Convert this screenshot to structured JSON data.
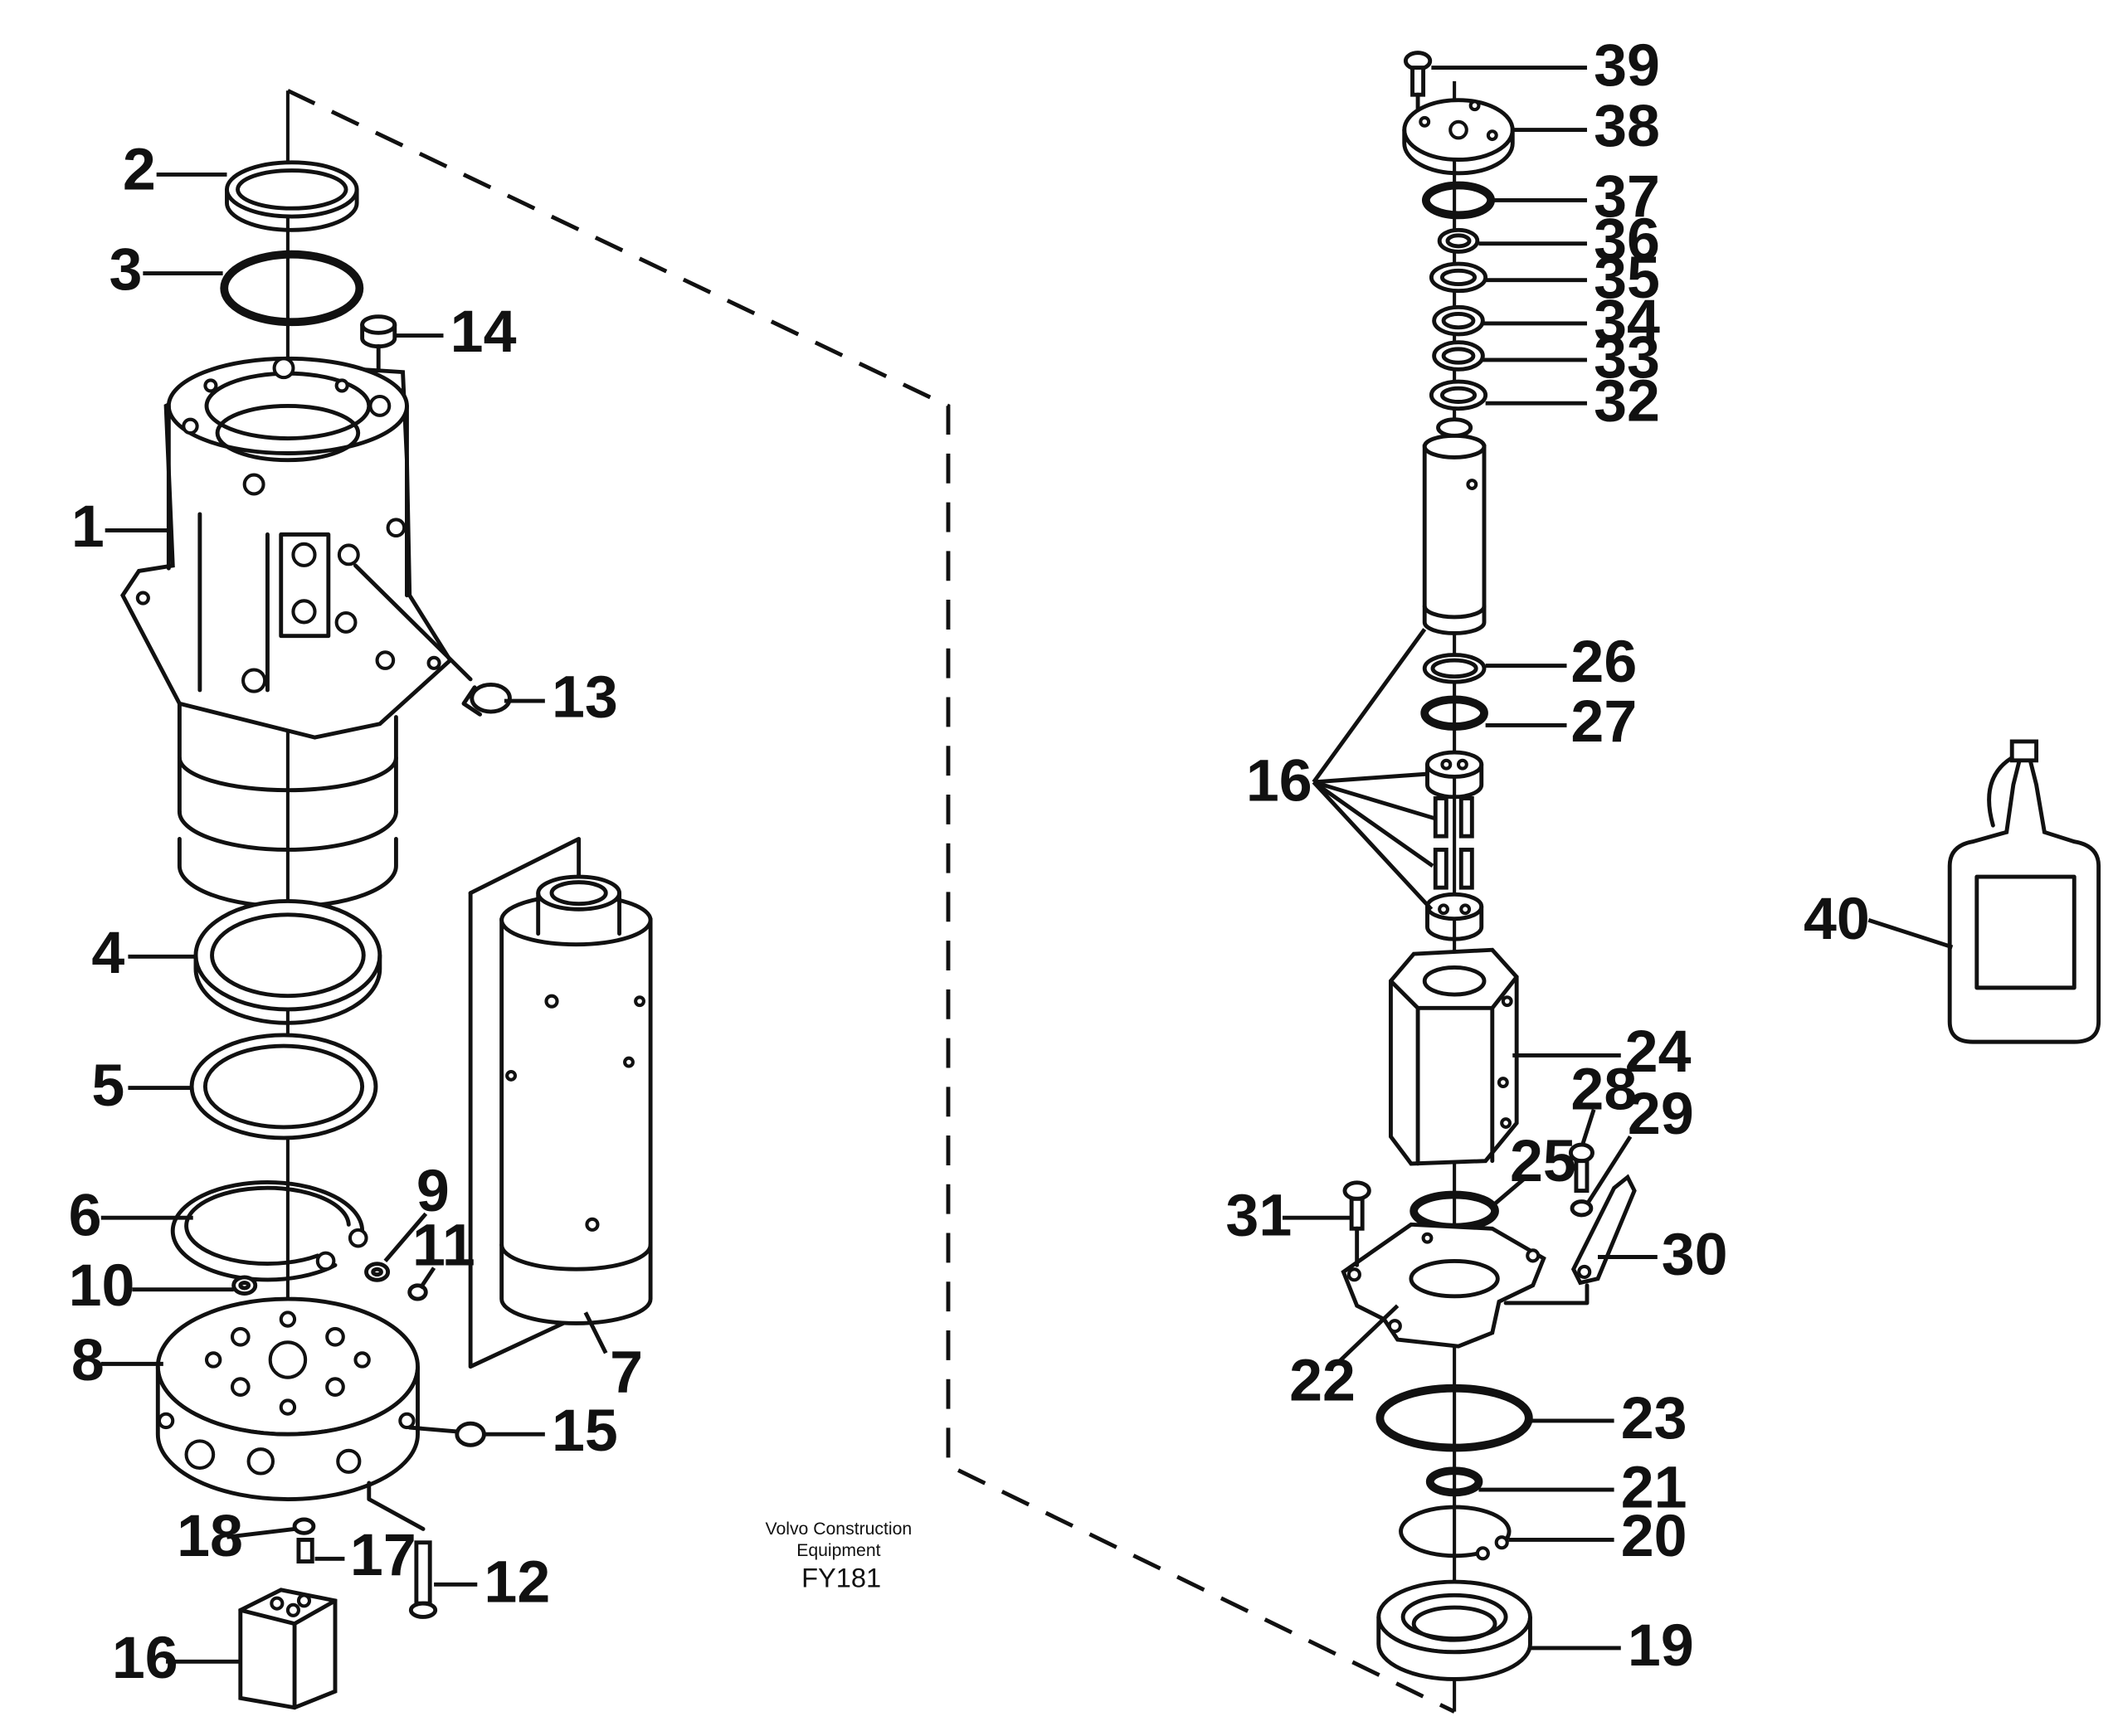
{
  "diagram": {
    "caption": {
      "line1": "Volvo Construction",
      "line2": "Equipment",
      "code": "FY181"
    },
    "labels": {
      "p1": "1",
      "p2": "2",
      "p3": "3",
      "p4": "4",
      "p5": "5",
      "p6": "6",
      "p7": "7",
      "p8": "8",
      "p9": "9",
      "p10": "10",
      "p11": "11",
      "p12": "12",
      "p13": "13",
      "p14": "14",
      "p15": "15",
      "p16a": "16",
      "p16b": "16",
      "p17": "17",
      "p18": "18",
      "p19": "19",
      "p20": "20",
      "p21": "21",
      "p22": "22",
      "p23": "23",
      "p24": "24",
      "p25": "25",
      "p26": "26",
      "p27": "27",
      "p28": "28",
      "p29": "29",
      "p30": "30",
      "p31": "31",
      "p32": "32",
      "p33": "33",
      "p34": "34",
      "p35": "35",
      "p36": "36",
      "p37": "37",
      "p38": "38",
      "p39": "39",
      "p40": "40"
    }
  }
}
